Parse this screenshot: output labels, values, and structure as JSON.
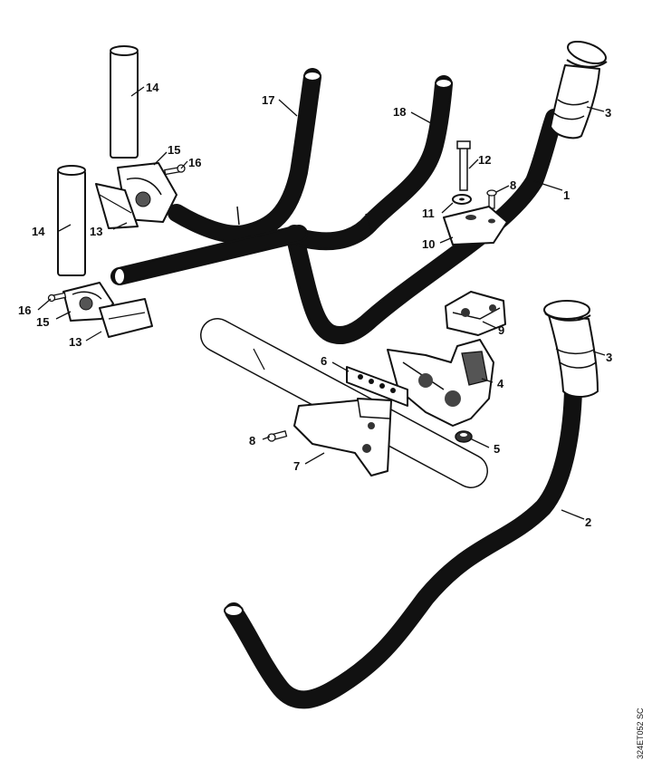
{
  "diagram": {
    "callouts": [
      {
        "id": "c1",
        "label": "1"
      },
      {
        "id": "c2",
        "label": "2"
      },
      {
        "id": "c3a",
        "label": "3"
      },
      {
        "id": "c3b",
        "label": "3"
      },
      {
        "id": "c4",
        "label": "4"
      },
      {
        "id": "c5",
        "label": "5"
      },
      {
        "id": "c6",
        "label": "6"
      },
      {
        "id": "c7",
        "label": "7"
      },
      {
        "id": "c8a",
        "label": "8"
      },
      {
        "id": "c8b",
        "label": "8"
      },
      {
        "id": "c9",
        "label": "9"
      },
      {
        "id": "c10",
        "label": "10"
      },
      {
        "id": "c11",
        "label": "11"
      },
      {
        "id": "c12",
        "label": "12"
      },
      {
        "id": "c13a",
        "label": "13"
      },
      {
        "id": "c13b",
        "label": "13"
      },
      {
        "id": "c14a",
        "label": "14"
      },
      {
        "id": "c14b",
        "label": "14"
      },
      {
        "id": "c15a",
        "label": "15"
      },
      {
        "id": "c15b",
        "label": "15"
      },
      {
        "id": "c16a",
        "label": "16"
      },
      {
        "id": "c16b",
        "label": "16"
      },
      {
        "id": "c17",
        "label": "17"
      },
      {
        "id": "c18",
        "label": "18"
      }
    ],
    "reference_code": "324ET052 SC"
  }
}
